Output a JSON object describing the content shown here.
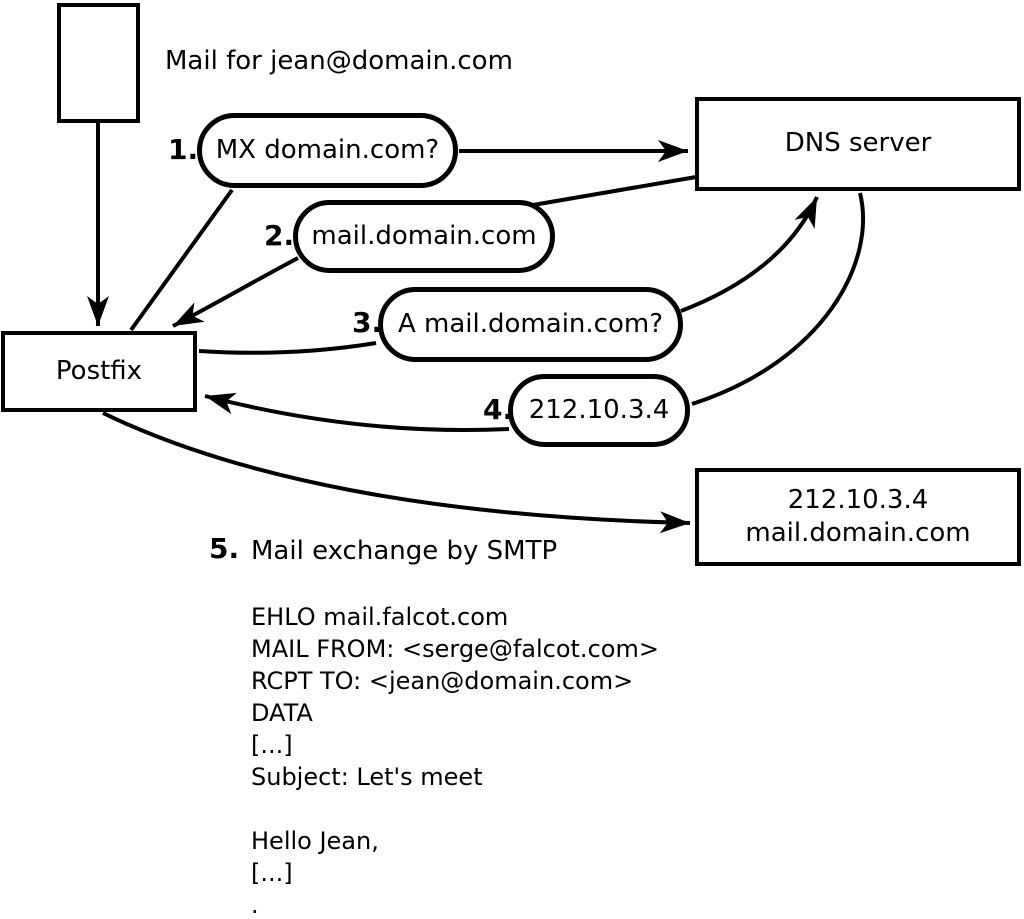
{
  "diagram": {
    "note": "Mail for jean@domain.com",
    "nodes": {
      "postfix": {
        "label": "Postfix"
      },
      "dns_server": {
        "label": "DNS server"
      },
      "mail_server": {
        "line1": "212.10.3.4",
        "line2": "mail.domain.com"
      }
    },
    "steps": [
      {
        "num": "1.",
        "label": "MX domain.com?"
      },
      {
        "num": "2.",
        "label": "mail.domain.com"
      },
      {
        "num": "3.",
        "label": "A mail.domain.com?"
      },
      {
        "num": "4.",
        "label": "212.10.3.4"
      },
      {
        "num": "5.",
        "label": "Mail exchange by SMTP"
      }
    ],
    "smtp_session": [
      "EHLO mail.falcot.com",
      "MAIL FROM: <serge@falcot.com>",
      "RCPT TO: <jean@domain.com>",
      "DATA",
      "[...]",
      "Subject: Let's meet",
      "",
      "Hello Jean,",
      "[...]",
      "."
    ],
    "colors": {
      "stroke": "#000000",
      "background": "#ffffff",
      "text": "#000000"
    }
  }
}
